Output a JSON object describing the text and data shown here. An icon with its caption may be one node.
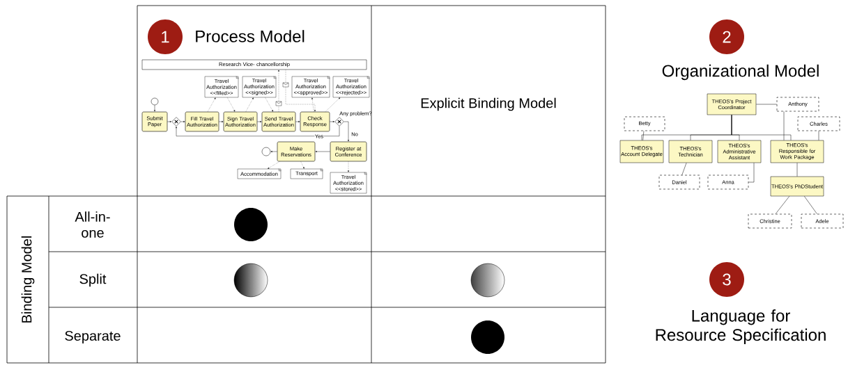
{
  "diagram": {
    "nodes": [
      {
        "text": [
          "1"
        ],
        "beside": [
          "Process Model"
        ]
      },
      {
        "text": [
          "2"
        ],
        "beside": [
          "Organizational Model"
        ]
      },
      {
        "text": [
          "3"
        ],
        "beside": [
          "Language for Resource Specification"
        ]
      },
      {
        "text": [
          "Research Vice- chancellorship"
        ]
      },
      {
        "text": [],
        "shape": "circle"
      },
      {
        "text": [
          "Submit Paper"
        ]
      },
      {
        "text": [],
        "shape": "diamond"
      },
      {
        "text": [
          "Fill Travel Authorization"
        ]
      },
      {
        "text": [
          "Sign Travel Authorization"
        ]
      },
      {
        "text": [
          "Send Travel Authorization"
        ]
      },
      {
        "text": [
          "Check Response"
        ]
      },
      {
        "text": [],
        "shape": "diamond",
        "beside": [
          "Any problem?"
        ]
      },
      {
        "text": [
          "Register at Conference"
        ]
      },
      {
        "text": [
          "Make Reservations"
        ]
      },
      {
        "text": [],
        "shape": "circle"
      },
      {
        "text": [
          "Travel Authorization <<filled>>"
        ]
      },
      {
        "text": [
          "Travel Authorization <<signed>>"
        ]
      },
      {
        "text": [
          "Travel Authorization <<approved>>"
        ]
      },
      {
        "text": [
          "Travel Authorization <<rejected>>"
        ]
      },
      {
        "text": [
          "Accommodation"
        ]
      },
      {
        "text": [
          "Transport"
        ]
      },
      {
        "text": [
          "Travel Authorization <<stored>>"
        ]
      },
      {
        "text": [
          "THEOS's Project Coordinator"
        ]
      },
      {
        "text": [
          "Anthony"
        ]
      },
      {
        "text": [
          "Betty"
        ]
      },
      {
        "text": [
          "THEOS's Account Delegate"
        ]
      },
      {
        "text": [
          "THEOS's Technician"
        ]
      },
      {
        "text": [
          "THEOS's Administrative Assistant"
        ]
      },
      {
        "text": [
          "THEOS's Responsible for Work Package"
        ]
      },
      {
        "text": [
          "Charles"
        ]
      },
      {
        "text": [
          "Daniel"
        ]
      },
      {
        "text": [
          "Anna"
        ]
      },
      {
        "text": [
          "THEOS's PhDStudent"
        ]
      },
      {
        "text": [
          "Christine"
        ]
      },
      {
        "text": [
          "Adele"
        ]
      }
    ],
    "edges": [
      {
        "from": 4,
        "to": 5,
        "arrow": "to"
      },
      {
        "from": 5,
        "to": 6,
        "arrow": "to"
      },
      {
        "from": 6,
        "to": 7,
        "arrow": "to"
      },
      {
        "from": 7,
        "to": 8,
        "arrow": "to"
      },
      {
        "from": 8,
        "to": 9,
        "arrow": "to"
      },
      {
        "from": 9,
        "to": 10,
        "arrow": "to"
      },
      {
        "from": 10,
        "to": 11,
        "arrow": "to"
      },
      {
        "from": 11,
        "to": 6,
        "arrow": "to",
        "label": "Yes"
      },
      {
        "from": 11,
        "to": 12,
        "arrow": "to",
        "label": "No"
      },
      {
        "from": 12,
        "to": 13,
        "arrow": "to"
      },
      {
        "from": 13,
        "to": 14,
        "arrow": "to"
      },
      {
        "from": 7,
        "to": 15,
        "arrow": "to",
        "style": "dashed"
      },
      {
        "from": 15,
        "to": 8,
        "arrow": "to",
        "style": "dashed"
      },
      {
        "from": 8,
        "to": 16,
        "arrow": "to",
        "style": "dashed"
      },
      {
        "from": 16,
        "to": 9,
        "arrow": "to",
        "style": "dashed"
      },
      {
        "from": 10,
        "to": 17,
        "arrow": "to",
        "style": "dashed"
      },
      {
        "from": 10,
        "to": 18,
        "arrow": "to",
        "style": "dashed"
      },
      {
        "from": 13,
        "to": 19,
        "arrow": "to",
        "style": "dashed"
      },
      {
        "from": 13,
        "to": 20,
        "arrow": "to",
        "style": "dashed"
      },
      {
        "from": 12,
        "to": 21,
        "arrow": "to",
        "style": "dashed"
      },
      {
        "from": 9,
        "to": 3,
        "arrow": "to",
        "style": "dashed"
      },
      {
        "from": 3,
        "to": 10,
        "arrow": "to",
        "style": "dashed"
      },
      {
        "from": 22,
        "to": 25,
        "arrow": "none"
      },
      {
        "from": 22,
        "to": 26,
        "arrow": "none"
      },
      {
        "from": 22,
        "to": 27,
        "arrow": "none"
      },
      {
        "from": 22,
        "to": 28,
        "arrow": "none"
      },
      {
        "from": 22,
        "to": 23,
        "arrow": "none"
      },
      {
        "from": 23,
        "to": 28,
        "arrow": "none"
      },
      {
        "from": 24,
        "to": 25,
        "arrow": "none"
      },
      {
        "from": 29,
        "to": 28,
        "arrow": "none"
      },
      {
        "from": 26,
        "to": 30,
        "arrow": "none"
      },
      {
        "from": 27,
        "to": 31,
        "arrow": "none"
      },
      {
        "from": 28,
        "to": 32,
        "arrow": "none"
      },
      {
        "from": 32,
        "to": 33,
        "arrow": "none"
      },
      {
        "from": 32,
        "to": 34,
        "arrow": "none"
      }
    ],
    "labels": [
      "Explicit Binding Model",
      "Binding Model",
      "All-in-one",
      "Split",
      "Separate"
    ]
  }
}
